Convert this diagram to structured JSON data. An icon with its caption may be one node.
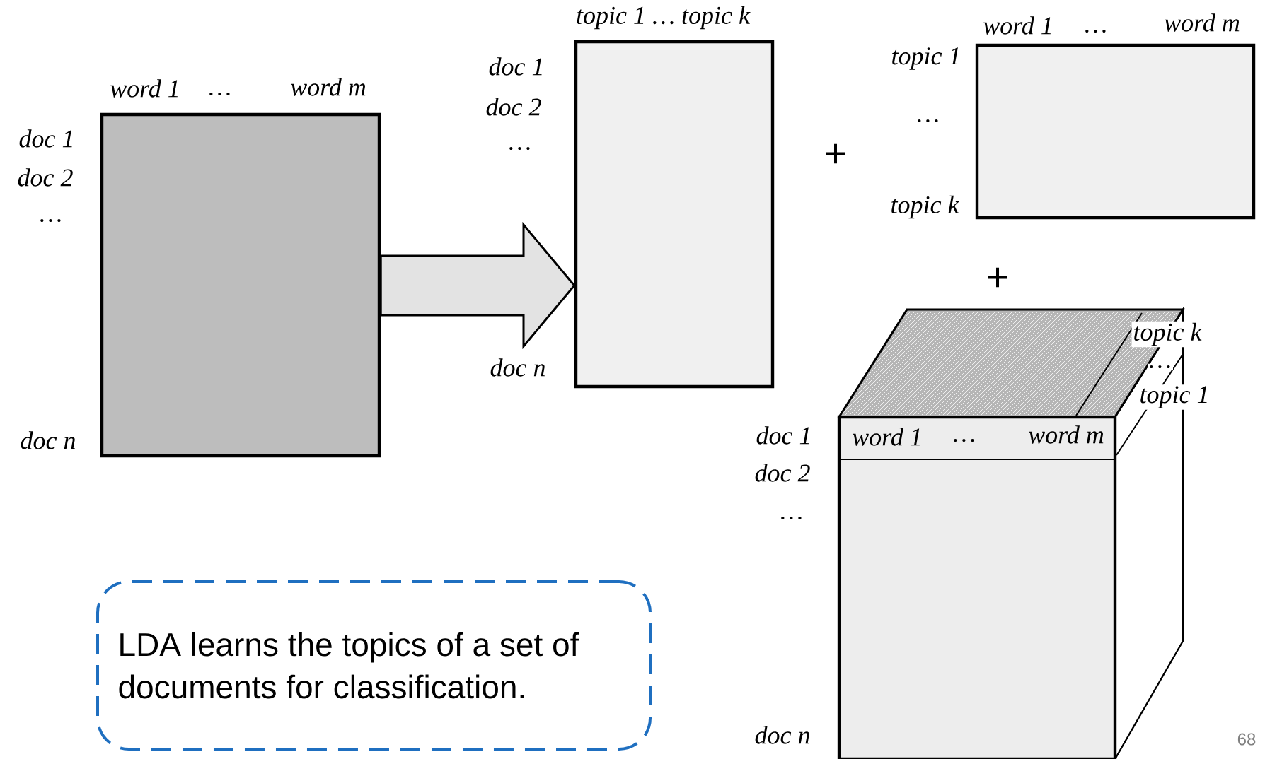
{
  "diagram": {
    "nodes": [
      {
        "text": [],
        "shape": "box",
        "beside": [
          "word 1",
          "…",
          "word m",
          "doc 1",
          "doc 2",
          "…",
          "doc n"
        ]
      },
      {
        "text": [],
        "shape": "box",
        "beside": [
          "topic 1 … topic k",
          "doc 1",
          "doc 2",
          "…",
          "doc n"
        ]
      },
      {
        "text": [],
        "shape": "box",
        "beside": [
          "word 1",
          "…",
          "word m",
          "topic 1",
          "…",
          "topic k"
        ]
      },
      {
        "text": [
          "word 1",
          "…",
          "word m"
        ],
        "beside": [
          "doc 1",
          "doc 2",
          "…",
          "doc n",
          "topic k",
          "…",
          "topic 1"
        ]
      },
      {
        "text": [
          "LDA learns the topics of a set of documents for classification."
        ]
      }
    ],
    "edges": [
      {
        "from": 0,
        "to": 1,
        "arrow": "to"
      }
    ],
    "labels": [
      "+",
      "+",
      "68"
    ]
  }
}
